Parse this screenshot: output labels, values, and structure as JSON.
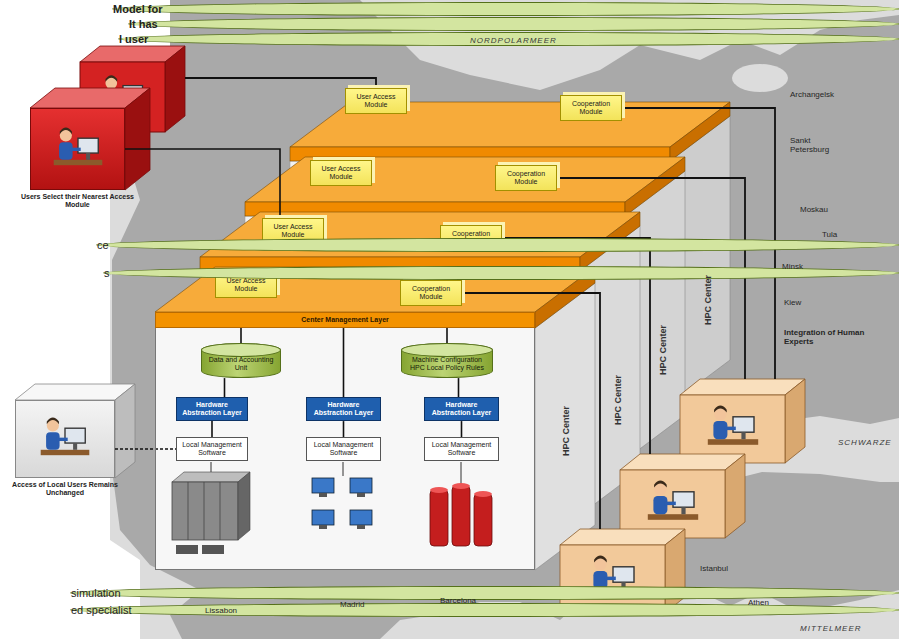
{
  "diagram": {
    "nodes": [
      {
        "text": [
          "Users Select their Nearest Access Module"
        ]
      },
      {
        "text": [
          "User Access Module"
        ]
      },
      {
        "text": [
          "Cooperation Module"
        ]
      },
      {
        "text": [
          "User Access Module"
        ]
      },
      {
        "text": [
          "Cooperation Module"
        ]
      },
      {
        "text": [
          "User Access Module"
        ]
      },
      {
        "text": [
          "Cooperation Module"
        ]
      },
      {
        "text": [
          "User Access Module"
        ]
      },
      {
        "text": [
          "Cooperation Module"
        ]
      },
      {
        "text": [
          "HPC Center"
        ]
      },
      {
        "text": [
          "Center Management Layer"
        ],
        "in": 9
      },
      {
        "text": [
          "Data and Accounting Unit"
        ],
        "in": 9
      },
      {
        "text": [
          "Machine Configuration HPC Local Policy Rules"
        ],
        "in": 9
      },
      {
        "text": [
          "Hardware Abstraction Layer"
        ],
        "in": 9
      },
      {
        "text": [
          "Hardware Abstraction Layer"
        ],
        "in": 9
      },
      {
        "text": [
          "Hardware Abstraction Layer"
        ],
        "in": 9
      },
      {
        "text": [
          "Local Management Software"
        ],
        "in": 9
      },
      {
        "text": [
          "Local Management Software"
        ],
        "in": 9
      },
      {
        "text": [
          "Local Management Software"
        ],
        "in": 9
      },
      {
        "text": [
          "Access of Local Users Remains Unchanged"
        ]
      }
    ],
    "edges": [
      {
        "from": 0,
        "to": 5,
        "arrow": "none"
      },
      {
        "from": 10,
        "to": 11,
        "arrow": "none"
      },
      {
        "from": 10,
        "to": 12,
        "arrow": "none"
      },
      {
        "from": 10,
        "to": 14,
        "arrow": "none"
      },
      {
        "from": 11,
        "to": 13,
        "arrow": "none"
      },
      {
        "from": 12,
        "to": 15,
        "arrow": "none"
      },
      {
        "from": 13,
        "to": 16,
        "arrow": "none"
      },
      {
        "from": 14,
        "to": 17,
        "arrow": "none"
      },
      {
        "from": 15,
        "to": 18,
        "arrow": "none"
      },
      {
        "from": 19,
        "to": 16,
        "arrow": "none"
      }
    ],
    "labels": [
      "Model for",
      "It has",
      "l user",
      "ce",
      "s",
      "simulation",
      "ed specialist",
      "NORDPOLARMEER",
      "Archangelsk",
      "Sankt Petersburg",
      "Moskau",
      "Tula",
      "Minsk",
      "Kiew",
      "Integration of Human Experts",
      "SCHWARZE",
      "Istanbul",
      "Athen",
      "MITTELMEER",
      "Barcelona",
      "Madrid",
      "Lissabon",
      "HPC Center",
      "HPC Center",
      "HPC Center"
    ]
  }
}
